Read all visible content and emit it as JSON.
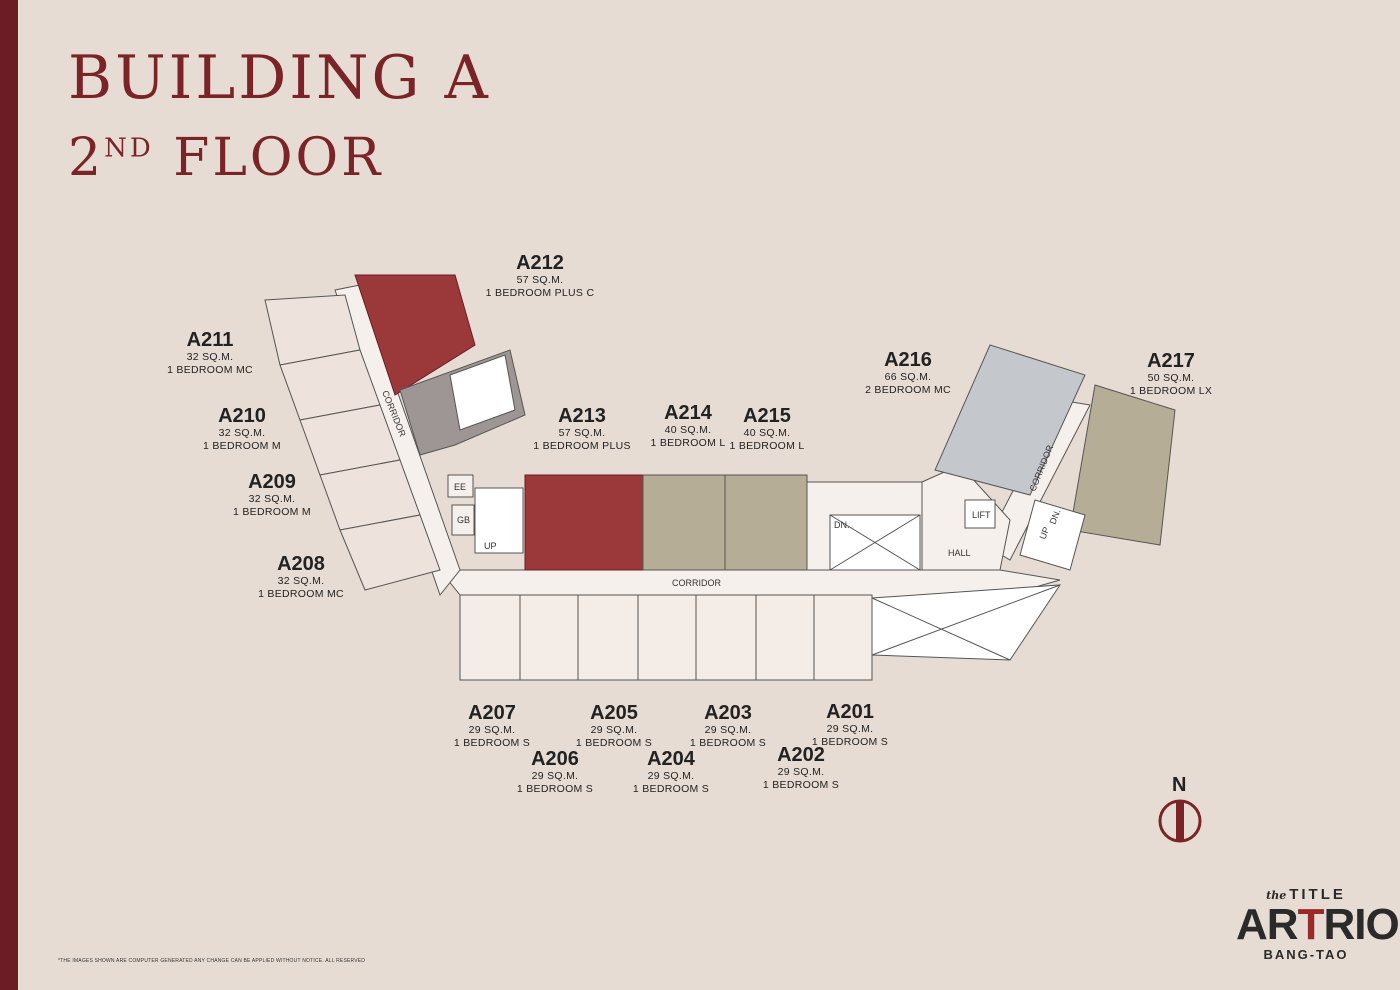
{
  "title": {
    "line1": "BUILDING A",
    "line2_num": "2",
    "line2_sup": "ND",
    "line2_word": "FLOOR"
  },
  "colors": {
    "sidebar": "#6b1c24",
    "accent_red": "#9b393a",
    "khaki": "#b5ad95",
    "grey_blue": "#c4c8cc",
    "light_unit": "#f4ece7"
  },
  "units": [
    {
      "code": "A212",
      "area": "57 SQ.M.",
      "type": "1 BEDROOM PLUS C"
    },
    {
      "code": "A211",
      "area": "32 SQ.M.",
      "type": "1 BEDROOM MC"
    },
    {
      "code": "A210",
      "area": "32 SQ.M.",
      "type": "1 BEDROOM M"
    },
    {
      "code": "A209",
      "area": "32 SQ.M.",
      "type": "1 BEDROOM M"
    },
    {
      "code": "A208",
      "area": "32 SQ.M.",
      "type": "1 BEDROOM MC"
    },
    {
      "code": "A213",
      "area": "57 SQ.M.",
      "type": "1 BEDROOM PLUS"
    },
    {
      "code": "A214",
      "area": "40 SQ.M.",
      "type": "1 BEDROOM L"
    },
    {
      "code": "A215",
      "area": "40 SQ.M.",
      "type": "1 BEDROOM L"
    },
    {
      "code": "A216",
      "area": "66 SQ.M.",
      "type": "2 BEDROOM MC"
    },
    {
      "code": "A217",
      "area": "50 SQ.M.",
      "type": "1 BEDROOM LX"
    },
    {
      "code": "A207",
      "area": "29 SQ.M.",
      "type": "1 BEDROOM S"
    },
    {
      "code": "A205",
      "area": "29 SQ.M.",
      "type": "1 BEDROOM S"
    },
    {
      "code": "A203",
      "area": "29 SQ.M.",
      "type": "1 BEDROOM S"
    },
    {
      "code": "A201",
      "area": "29 SQ.M.",
      "type": "1 BEDROOM S"
    },
    {
      "code": "A206",
      "area": "29 SQ.M.",
      "type": "1 BEDROOM S"
    },
    {
      "code": "A204",
      "area": "29 SQ.M.",
      "type": "1 BEDROOM S"
    },
    {
      "code": "A202",
      "area": "29 SQ.M.",
      "type": "1 BEDROOM S"
    }
  ],
  "plan_labels": {
    "corridor_left": "CORRIDOR",
    "corridor_main": "CORRIDOR",
    "corridor_right": "CORRIDOR",
    "ee": "EE",
    "gb": "GB",
    "up_left": "UP",
    "dn_center": "DN.",
    "hall": "HALL",
    "lift": "LIFT",
    "up_right": "UP",
    "dn_right": "DN."
  },
  "compass": {
    "letter": "N"
  },
  "footnote": "*THE IMAGES SHOWN ARE COMPUTER GENERATED ANY CHANGE CAN BE APPLIED WITHOUT NOTICE. ALL RESERVED",
  "logo": {
    "the": "the",
    "title": "TITLE",
    "art_a": "AR",
    "art_t": "T",
    "art_b": "RIO",
    "bang": "BANG-TAO"
  }
}
